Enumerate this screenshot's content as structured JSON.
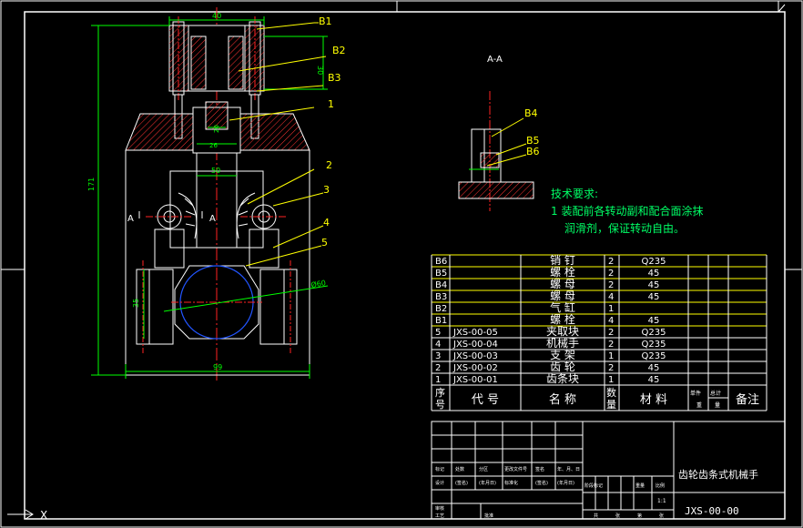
{
  "drawing": {
    "section_label": "A-A",
    "section_marks": [
      "A",
      "A"
    ],
    "dimensions": [
      "40",
      "30",
      "26",
      "20",
      "50",
      "171",
      "35",
      "99",
      "Ø60"
    ],
    "callouts": [
      "B1",
      "B2",
      "B3",
      "1",
      "2",
      "3",
      "4",
      "5"
    ],
    "detail_callouts": [
      "B4",
      "B5",
      "B6"
    ]
  },
  "technical_requirements": {
    "title": "技术要求:",
    "lines": [
      "1 装配前各转动副和配合面涂抹",
      "润滑剂，保证转动自由。"
    ]
  },
  "parts_list": {
    "rows": [
      {
        "no": "B6",
        "code": "",
        "name": "销 钉",
        "qty": "2",
        "material": "Q235"
      },
      {
        "no": "B5",
        "code": "",
        "name": "螺 栓",
        "qty": "2",
        "material": "45"
      },
      {
        "no": "B4",
        "code": "",
        "name": "螺 母",
        "qty": "2",
        "material": "45"
      },
      {
        "no": "B3",
        "code": "",
        "name": "螺 母",
        "qty": "4",
        "material": "45"
      },
      {
        "no": "B2",
        "code": "",
        "name": "气 缸",
        "qty": "1",
        "material": ""
      },
      {
        "no": "B1",
        "code": "",
        "name": "螺 栓",
        "qty": "4",
        "material": "45"
      },
      {
        "no": "5",
        "code": "JXS-00-05",
        "name": "夹取块",
        "qty": "2",
        "material": "Q235"
      },
      {
        "no": "4",
        "code": "JXS-00-04",
        "name": "机械手",
        "qty": "2",
        "material": "Q235"
      },
      {
        "no": "3",
        "code": "JXS-00-03",
        "name": "支 架",
        "qty": "1",
        "material": "Q235"
      },
      {
        "no": "2",
        "code": "JXS-00-02",
        "name": "齿 轮",
        "qty": "2",
        "material": "45"
      },
      {
        "no": "1",
        "code": "JXS-00-01",
        "name": "齿条块",
        "qty": "1",
        "material": "45"
      }
    ],
    "header": {
      "no": [
        "序",
        "号"
      ],
      "code": "代 号",
      "name": "名 称",
      "qty": [
        "数",
        "量"
      ],
      "material": "材 料",
      "weight": [
        "单件",
        "总计",
        "重",
        "量"
      ],
      "remark": "备注"
    }
  },
  "title_block": {
    "drawing_name": "齿轮齿条式机械手",
    "drawing_number": "JXS-00-00",
    "scale": "1:1",
    "row_labels_a": [
      "标记",
      "处数",
      "分区",
      "更改文件号",
      "签名",
      "年、月、日"
    ],
    "row_labels_b": [
      "设计",
      "(签名)",
      "(年月日)",
      "标准化",
      "(签名)",
      "(年月日)"
    ],
    "stage_labels": [
      "阶段标记",
      "重量",
      "比例"
    ],
    "audit": "审核",
    "process": "工艺",
    "approve": "批准",
    "sheet": [
      "共",
      "张",
      "第",
      "张"
    ]
  },
  "ucs_label": "X",
  "colors": {
    "background": "#000000",
    "outline": "#ffffff",
    "centerline": "#ff0000",
    "dimension": "#00ff00",
    "leader": "#ffff00",
    "hatch": "#ff0000",
    "circle": "#2255ff",
    "table_text": "#ffffff"
  }
}
